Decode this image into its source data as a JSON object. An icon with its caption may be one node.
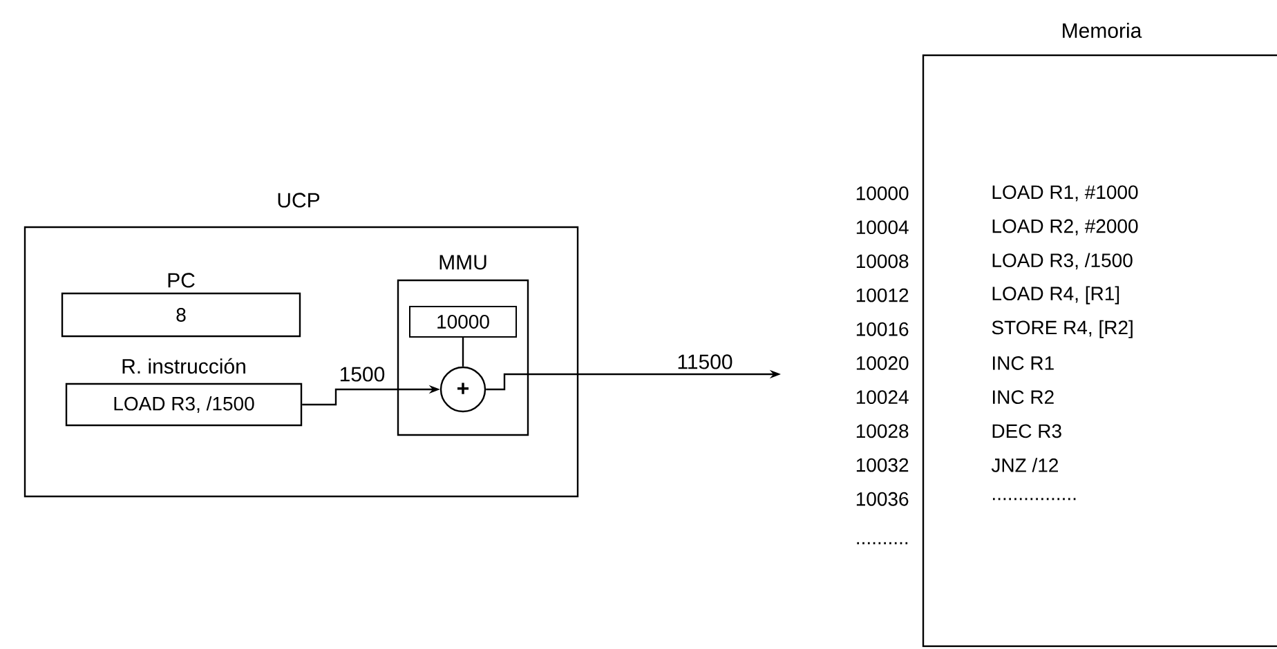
{
  "diagram": {
    "nodes": [
      {
        "text": [
          "UCP"
        ]
      },
      {
        "text": [
          "PC",
          "8"
        ],
        "in": 0
      },
      {
        "text": [
          "R. instrucción",
          "LOAD R3, /1500"
        ],
        "in": 0
      },
      {
        "text": [
          "MMU"
        ],
        "in": 0
      },
      {
        "text": [
          "10000"
        ],
        "in": 3
      },
      {
        "text": [
          "+"
        ],
        "in": 3
      },
      {
        "text": [
          "Memoria"
        ]
      }
    ],
    "edges": [
      {
        "from": 2,
        "to": 5,
        "arrow": "to",
        "label": "1500"
      },
      {
        "from": 4,
        "to": 5,
        "arrow": "none"
      },
      {
        "from": 5,
        "to": null,
        "arrow": "to",
        "label": "11500"
      }
    ],
    "labels": [
      "10000",
      "LOAD R1, #1000",
      "10004",
      "LOAD R2, #2000",
      "10008",
      "LOAD R3, /1500",
      "10012",
      "LOAD R4, [R1]",
      "10016",
      "STORE R4, [R2]",
      "10020",
      "INC R1",
      "10024",
      "INC R2",
      "10028",
      "DEC R3",
      "10032",
      "JNZ /12",
      "10036",
      "................",
      ".........."
    ]
  }
}
